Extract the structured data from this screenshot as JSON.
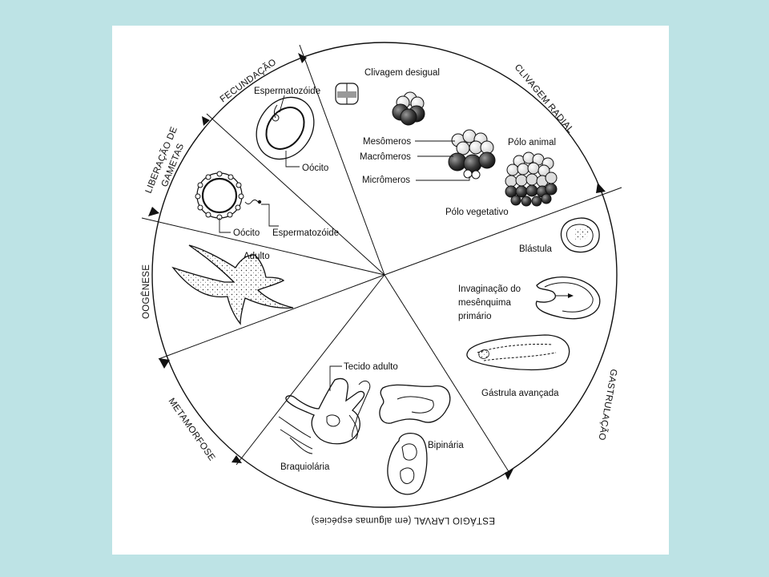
{
  "stages": {
    "fecundacao": "FECUNDAÇÃO",
    "clivagem_radial": "CLIVAGEM RADIAL",
    "gastrulacao": "GASTRULAÇÃO",
    "estagio_larval": "ESTÁGIO LARVAL (em algumas espécies)",
    "metamorfose": "METAMORFOSE",
    "oogenese": "OOGÊNESE",
    "liberacao_line1": "LIBERAÇÃO DE",
    "liberacao_line2": "GAMETAS"
  },
  "labels": {
    "espermatozoide_top": "Espermatozóide",
    "oocito_top": "Oócito",
    "clivagem_desigual": "Clivagem desigual",
    "mesomeros": "Mesômeros",
    "macromeros": "Macrômeros",
    "micromeros": "Micrômeros",
    "polo_animal": "Pólo animal",
    "polo_vegetativo": "Pólo vegetativo",
    "blastula": "Blástula",
    "invaginacao_1": "Invaginação do",
    "invaginacao_2": "mesênquima",
    "invaginacao_3": "primário",
    "gastrula_avancada": "Gástrula avançada",
    "tecido_adulto": "Tecido adulto",
    "bipinaria": "Bipinária",
    "braquiolaria": "Braquiolária",
    "adulto": "Adulto",
    "oocito_left": "Oócito",
    "espermatozoide_left": "Espermatozóide"
  }
}
